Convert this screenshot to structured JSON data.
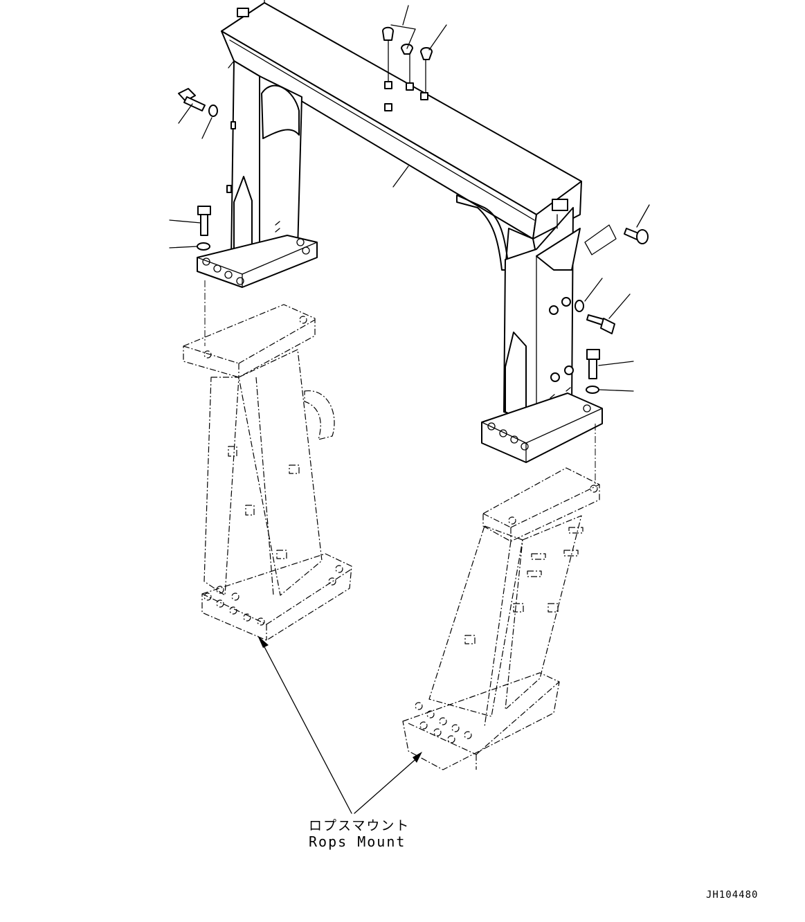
{
  "callout": {
    "japanese": "ロプスマウント",
    "english": "Rops Mount"
  },
  "drawing_code": "JH104480"
}
